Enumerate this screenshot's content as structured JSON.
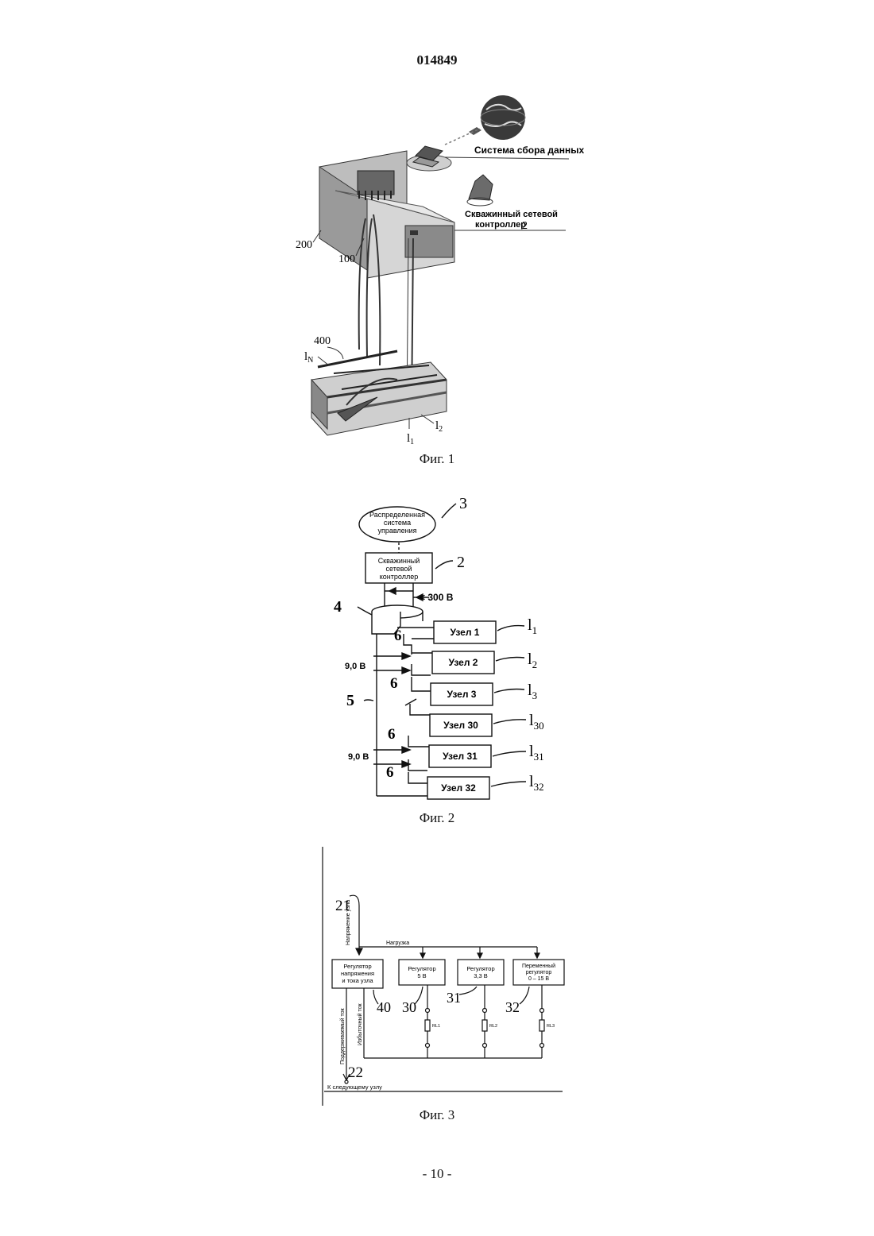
{
  "document": {
    "number": "014849",
    "page_number": "- 10 -"
  },
  "fig1": {
    "caption": "Фиг. 1",
    "data_system_label": "Система сбора данных",
    "controller_label_line1": "Скважинный сетевой",
    "controller_label_line2": "контроллер",
    "controller_ref": "2",
    "ref_200": "200",
    "ref_100": "100",
    "ref_400": "400",
    "ref_lN": "l",
    "ref_lN_sub": "N",
    "ref_l1": "l",
    "ref_l1_sub": "1",
    "ref_l2": "l",
    "ref_l2_sub": "2"
  },
  "fig2": {
    "caption": "Фиг. 2",
    "dcs_line1": "Распределенная",
    "dcs_line2": "система",
    "dcs_line3": "управления",
    "dcs_ref": "3",
    "controller_line1": "Скважинный",
    "controller_line2": "сетевой",
    "controller_line3": "контроллер",
    "controller_ref": "2",
    "voltage_in": "< 300 В",
    "ref_4": "4",
    "ref_5": "5",
    "ref_6": "6",
    "voltage_9v": "9,0 В",
    "nodes": [
      {
        "label": "Узел 1",
        "ref": "l",
        "sub": "1"
      },
      {
        "label": "Узел 2",
        "ref": "l",
        "sub": "2"
      },
      {
        "label": "Узел 3",
        "ref": "l",
        "sub": "3"
      },
      {
        "label": "Узел 30",
        "ref": "l",
        "sub": "30"
      },
      {
        "label": "Узел 31",
        "ref": "l",
        "sub": "31"
      },
      {
        "label": "Узел 32",
        "ref": "l",
        "sub": "32"
      }
    ]
  },
  "fig3": {
    "caption": "Фиг. 3",
    "ref_21": "21",
    "ref_22": "22",
    "ref_40": "40",
    "ref_30": "30",
    "ref_31": "31",
    "ref_32": "32",
    "node_voltage_vertical": "Напряжение узла",
    "load_label": "Нагрузка",
    "main_regulator_line1": "Регулятор",
    "main_regulator_line2": "напряжения",
    "main_regulator_line3": "и тока узла",
    "reg5_line1": "Регулятор",
    "reg5_line2": "5 В",
    "reg33_line1": "Регулятор",
    "reg33_line2": "3,3 В",
    "regvar_line1": "Переменный",
    "regvar_line2": "регулятор",
    "regvar_line3": "0 – 15 В",
    "supported_current_vertical": "Поддерживаемый ток",
    "excess_current_vertical": "Избыточный ток",
    "rl1": "RL1",
    "rl2": "RL2",
    "rl3": "RL3",
    "next_node_label": "К следующему узлу"
  }
}
